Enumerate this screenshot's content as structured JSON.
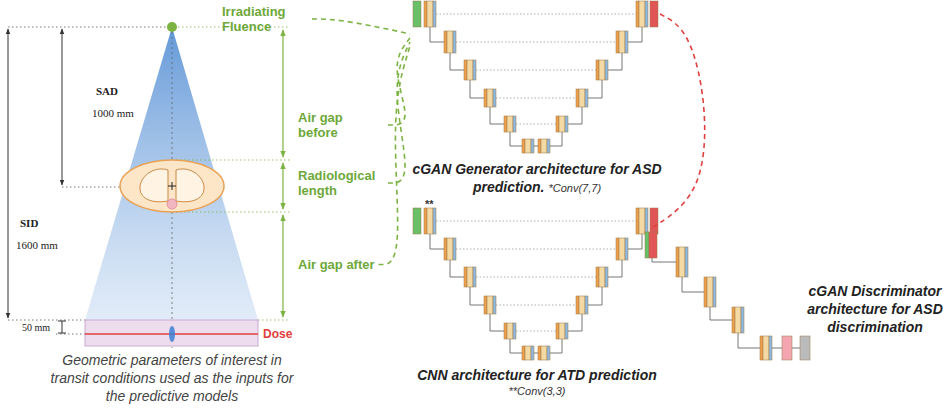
{
  "diagram": {
    "nodes": [
      {
        "text": [
          "Irradiating Fluence"
        ]
      },
      {
        "text": [
          "Air gap before"
        ]
      },
      {
        "text": [
          "Radiological length"
        ]
      },
      {
        "text": [
          "Air gap after"
        ]
      },
      {
        "text": [
          "cGAN Generator architecture for ASD prediction.",
          "*Conv(7,7)"
        ]
      },
      {
        "text": [
          "CNN architecture for ATD prediction",
          "**Conv(3,3)"
        ]
      },
      {
        "text": [
          "cGAN Discriminator architecture for ASD discrimination"
        ]
      }
    ],
    "edges": [
      {
        "from": 0,
        "to": 4,
        "arrow": "none"
      },
      {
        "from": 1,
        "to": 4,
        "arrow": "none"
      },
      {
        "from": 2,
        "to": 4,
        "arrow": "none"
      },
      {
        "from": 3,
        "to": 4,
        "arrow": "none"
      },
      {
        "from": 4,
        "to": 6,
        "arrow": "none"
      }
    ],
    "labels": [
      "SAD",
      "1000 mm",
      "SID",
      "1600 mm",
      "50 mm",
      "Dose",
      "**",
      "Geometric parameters of interest in transit conditions used as the inputs for the predictive models"
    ]
  }
}
